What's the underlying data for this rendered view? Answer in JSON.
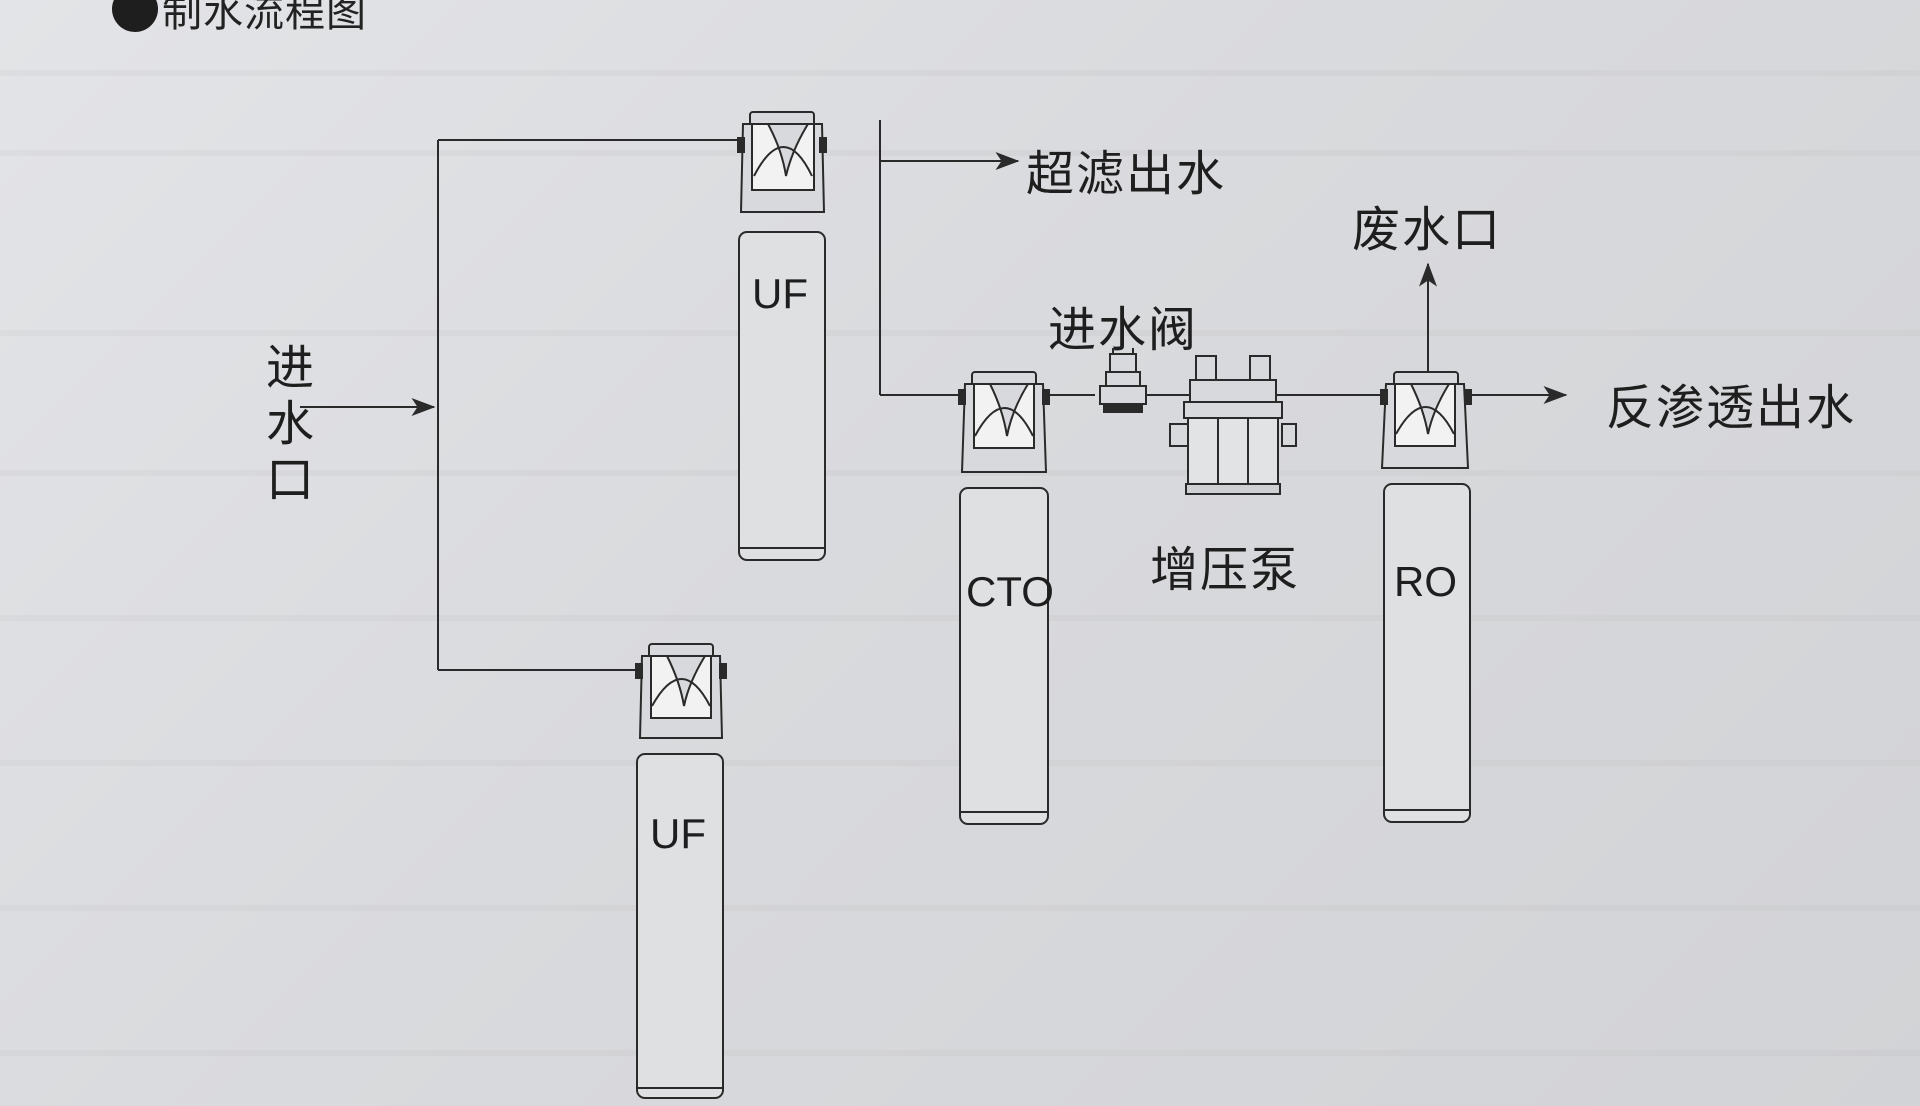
{
  "title": "制水流程图",
  "labels": {
    "inlet": "进水口",
    "uf_outlet": "超滤出水",
    "waste_outlet": "废水口",
    "inlet_valve": "进水阀",
    "booster_pump": "增压泵",
    "ro_outlet": "反渗透出水"
  },
  "filters": {
    "uf_top": "UF",
    "uf_bottom": "UF",
    "cto": "CTO",
    "ro": "RO"
  },
  "colors": {
    "line": "#2a2a2a",
    "paper": "#dcdde0"
  }
}
